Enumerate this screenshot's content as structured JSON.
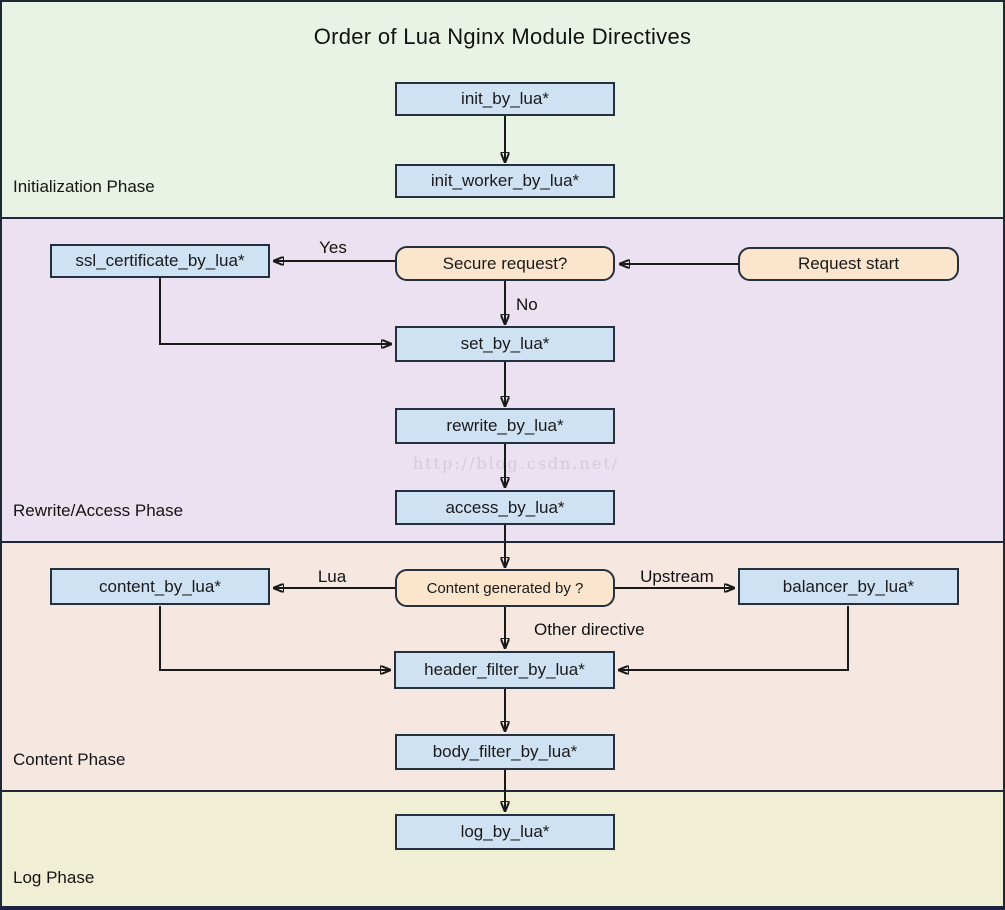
{
  "title": "Order of Lua Nginx Module Directives",
  "watermark": "http://blog.csdn.net/",
  "phases": [
    {
      "label": "Initialization Phase",
      "color": "#e9f3e5"
    },
    {
      "label": "Rewrite/Access Phase",
      "color": "#ebe1f1"
    },
    {
      "label": "Content Phase",
      "color": "#f6e7e1"
    },
    {
      "label": "Log Phase",
      "color": "#f1eed6"
    }
  ],
  "nodes": {
    "init_by_lua": {
      "label": "init_by_lua*",
      "type": "process"
    },
    "init_worker_by_lua": {
      "label": "init_worker_by_lua*",
      "type": "process"
    },
    "ssl_certificate_by_lua": {
      "label": "ssl_certificate_by_lua*",
      "type": "process"
    },
    "secure_request": {
      "label": "Secure request?",
      "type": "decision"
    },
    "request_start": {
      "label": "Request start",
      "type": "terminator"
    },
    "set_by_lua": {
      "label": "set_by_lua*",
      "type": "process"
    },
    "rewrite_by_lua": {
      "label": "rewrite_by_lua*",
      "type": "process"
    },
    "access_by_lua": {
      "label": "access_by_lua*",
      "type": "process"
    },
    "content_generated_by": {
      "label": "Content generated by ?",
      "type": "decision"
    },
    "content_by_lua": {
      "label": "content_by_lua*",
      "type": "process"
    },
    "balancer_by_lua": {
      "label": "balancer_by_lua*",
      "type": "process"
    },
    "header_filter_by_lua": {
      "label": "header_filter_by_lua*",
      "type": "process"
    },
    "body_filter_by_lua": {
      "label": "body_filter_by_lua*",
      "type": "process"
    },
    "log_by_lua": {
      "label": "log_by_lua*",
      "type": "process"
    }
  },
  "edge_labels": {
    "yes": "Yes",
    "no": "No",
    "lua": "Lua",
    "upstream": "Upstream",
    "other_directive": "Other directive"
  },
  "colors": {
    "process_fill": "#cfe2f3",
    "decision_fill": "#fbe5cc",
    "node_border": "#24303e",
    "arrow": "#191919",
    "watermark_text": "#d5cbd5"
  }
}
